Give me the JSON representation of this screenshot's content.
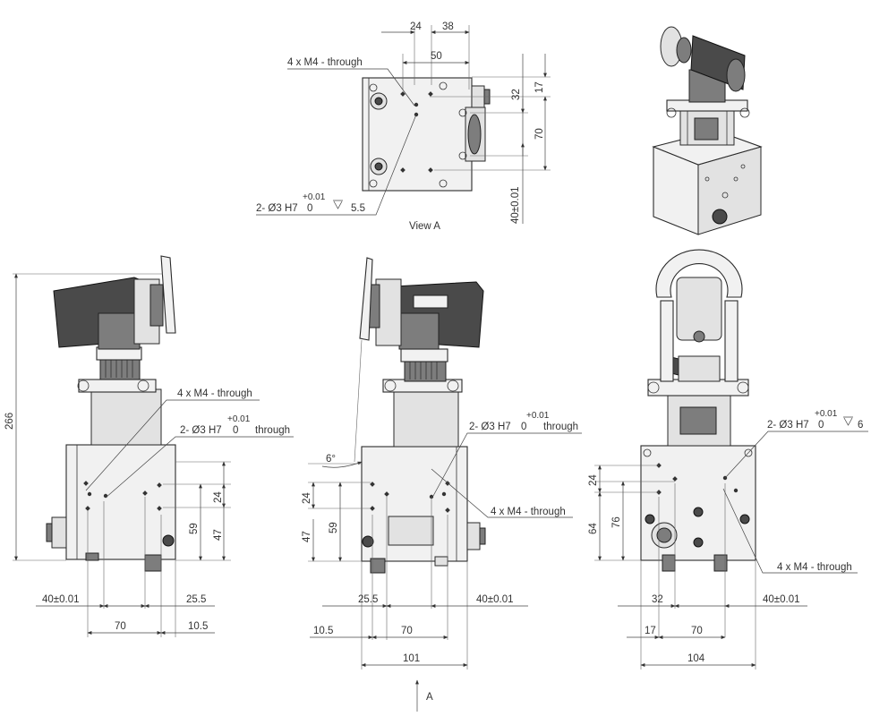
{
  "view_a": {
    "label": "View A",
    "thread_note": "4 x M4 - through",
    "pin_note": "2- Ø3 H7",
    "pin_tol_upper": "+0.01",
    "pin_tol_lower": "0",
    "pin_depth": "5.5",
    "dims": {
      "d24": "24",
      "d38": "38",
      "d50": "50",
      "d17": "17",
      "d32": "32",
      "d70": "70",
      "d40": "40±0.01"
    }
  },
  "left_view": {
    "thread_note": "4 x M4 - through",
    "pin_note": "2- Ø3 H7",
    "pin_tol_upper": "+0.01",
    "pin_tol_lower": "0",
    "pin_suffix": "through",
    "dims": {
      "h266": "266",
      "d24": "24",
      "d59": "59",
      "d47": "47",
      "d40": "40±0.01",
      "d25_5": "25.5",
      "d70": "70",
      "d10_5": "10.5"
    }
  },
  "center_view": {
    "thread_note": "4 x M4 - through",
    "pin_note": "2- Ø3 H7",
    "pin_tol_upper": "+0.01",
    "pin_tol_lower": "0",
    "pin_suffix": "through",
    "angle": "6°",
    "dims": {
      "d24": "24",
      "d59": "59",
      "d47": "47",
      "d25_5": "25.5",
      "d40": "40±0.01",
      "d10_5": "10.5",
      "d70": "70",
      "d101": "101"
    },
    "arrow_label": "A"
  },
  "right_view": {
    "thread_note": "4 x M4 - through",
    "pin_note": "2- Ø3 H7",
    "pin_tol_upper": "+0.01",
    "pin_tol_lower": "0",
    "pin_depth": "6",
    "dims": {
      "d24": "24",
      "d76": "76",
      "d64": "64",
      "d32": "32",
      "d40": "40±0.01",
      "d17": "17",
      "d70": "70",
      "d104": "104"
    }
  }
}
